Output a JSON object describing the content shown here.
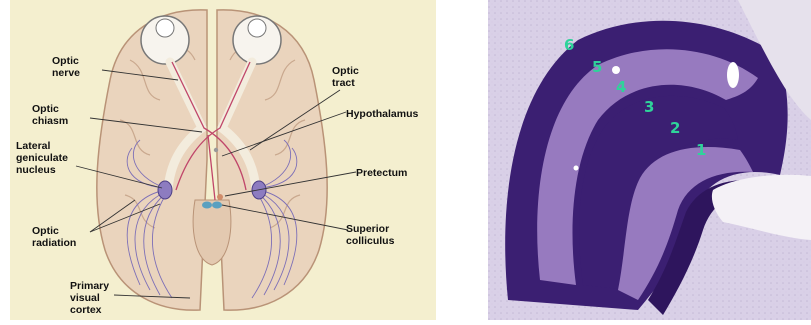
{
  "left_panel": {
    "labels": {
      "optic_nerve": [
        "Optic",
        "nerve"
      ],
      "optic_tract": [
        "Optic",
        "tract"
      ],
      "optic_chiasm": [
        "Optic",
        "chiasm"
      ],
      "hypothalamus": [
        "Hypothalamus"
      ],
      "lateral_geniculate": [
        "Lateral",
        "geniculate",
        "nucleus"
      ],
      "pretectum": [
        "Pretectum"
      ],
      "optic_radiation": [
        "Optic",
        "radiation"
      ],
      "superior_colliculus": [
        "Superior",
        "colliculus"
      ],
      "primary_visual_cortex": [
        "Primary",
        "visual",
        "cortex"
      ]
    },
    "colors": {
      "background": "#f4efcf",
      "brain": "#ead4bd",
      "brain_stroke": "#b99377",
      "optic_pathway": "#f3ecdd",
      "red_fiber": "#c0466a",
      "radiation": "#7d6fb7",
      "nucleus": "#8d7cc0",
      "colliculus": "#5aa0c0"
    }
  },
  "right_panel": {
    "layers": [
      "1",
      "2",
      "3",
      "4",
      "5",
      "6"
    ],
    "colors": {
      "background": "#d9d0e7",
      "dark_layer": "#3b1f72",
      "light_layer": "#a88bcc",
      "label": "#2fd39a"
    }
  }
}
